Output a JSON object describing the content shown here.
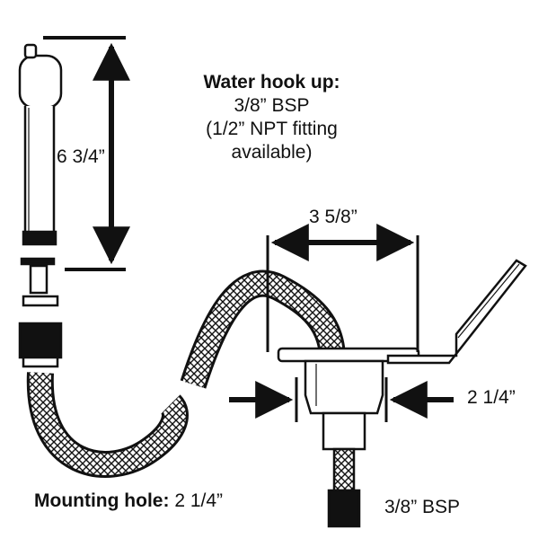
{
  "water_hookup": {
    "title": "Water hook up:",
    "thread": "3/8” BSP",
    "fitting_line1": "(1/2” NPT fitting",
    "fitting_line2": "available)"
  },
  "dimensions": {
    "sprayer_length": "6 3/4”",
    "flange_width": "3 5/8”",
    "body_diameter": "2 1/4”"
  },
  "mounting": {
    "label": "Mounting hole:",
    "value": "2 1/4”"
  },
  "hose_connector": {
    "label": "3/8” BSP"
  },
  "colors": {
    "ink": "#111111",
    "hose_fill": "#ffffff",
    "background": "#ffffff"
  }
}
